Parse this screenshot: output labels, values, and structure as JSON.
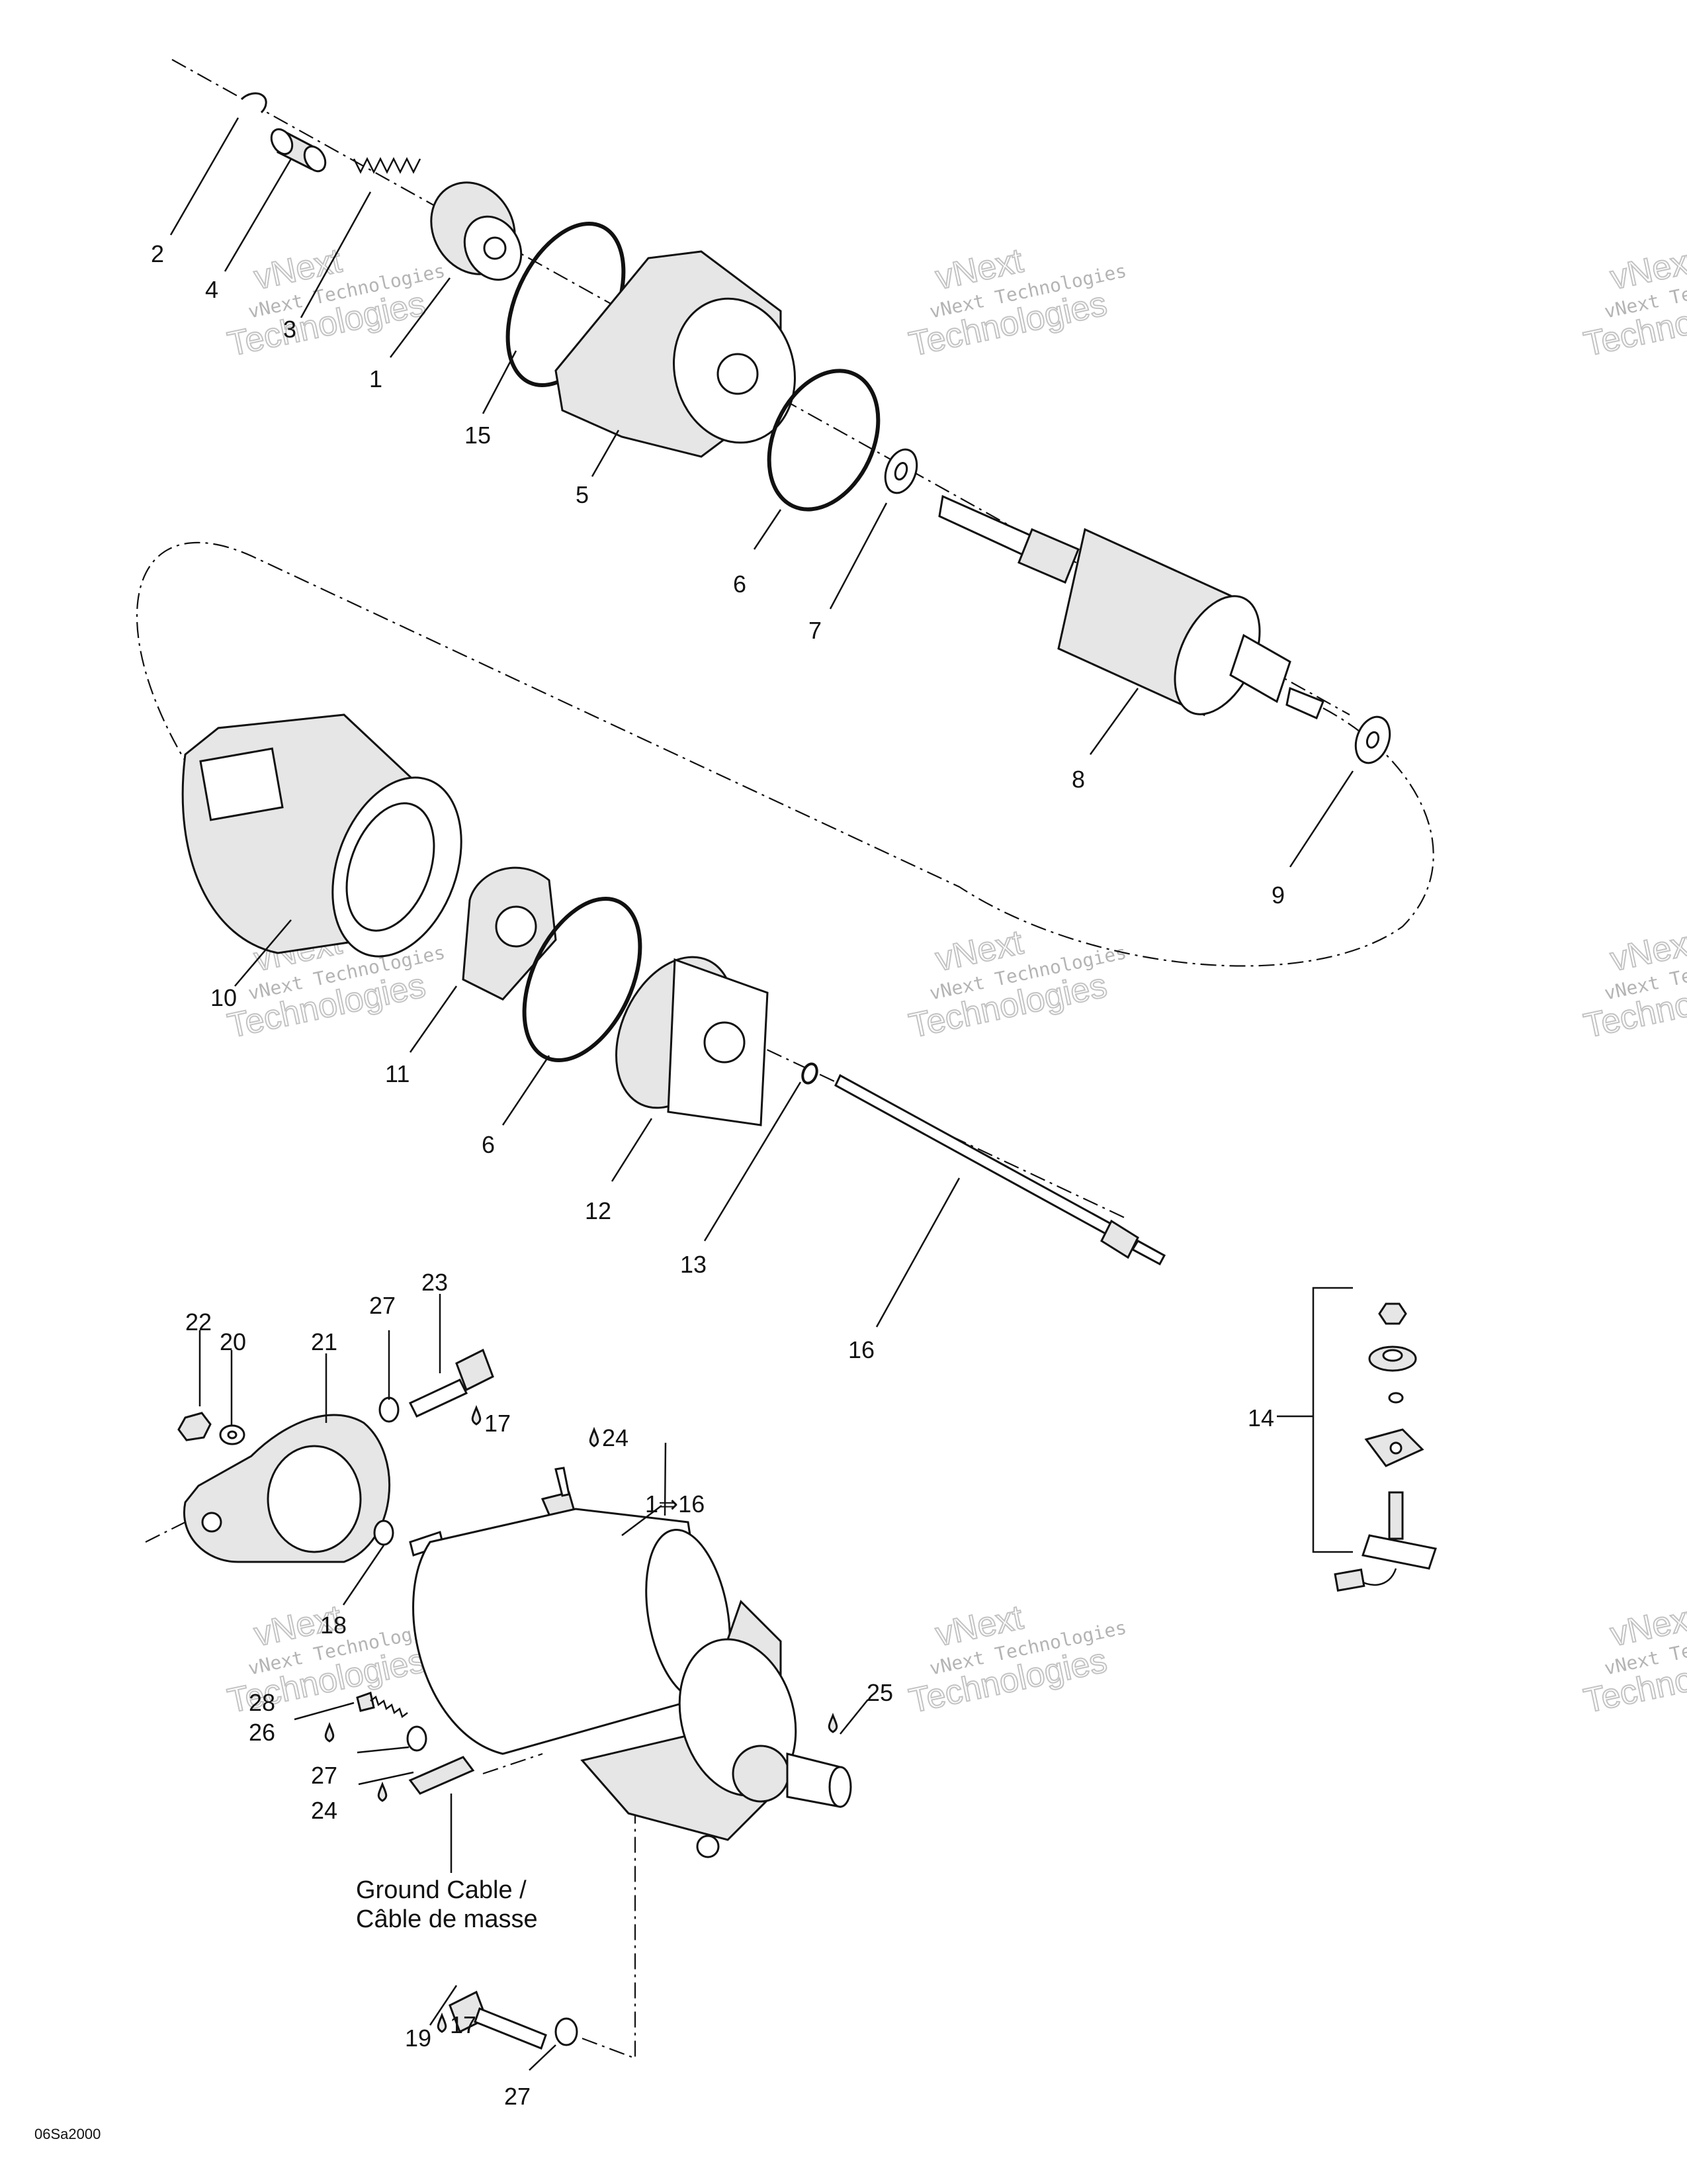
{
  "callouts": [
    {
      "label": "2"
    },
    {
      "label": "4"
    },
    {
      "label": "3"
    },
    {
      "label": "1"
    },
    {
      "label": "15"
    },
    {
      "label": "5"
    },
    {
      "label": "6"
    },
    {
      "label": "7"
    },
    {
      "label": "8"
    },
    {
      "label": "9"
    },
    {
      "label": "10"
    },
    {
      "label": "11"
    },
    {
      "label": "6"
    },
    {
      "label": "12"
    },
    {
      "label": "13"
    },
    {
      "label": "16"
    },
    {
      "label": "14"
    },
    {
      "label": "22"
    },
    {
      "label": "20"
    },
    {
      "label": "21"
    },
    {
      "label": "27"
    },
    {
      "label": "23"
    },
    {
      "label": "17"
    },
    {
      "label": "24"
    },
    {
      "label": "1⇒16"
    },
    {
      "label": "18"
    },
    {
      "label": "28"
    },
    {
      "label": "26"
    },
    {
      "label": "27"
    },
    {
      "label": "24"
    },
    {
      "label": "25"
    },
    {
      "label": "19"
    },
    {
      "label": "17"
    },
    {
      "label": "27"
    }
  ],
  "ground_cable_note": {
    "line1": "Ground Cable /",
    "line2": "Câble de masse"
  },
  "figure_code": "06Sa2000",
  "watermark": {
    "line1": "vNext",
    "line2": "vNext Technologies",
    "line3": "Technologies"
  }
}
